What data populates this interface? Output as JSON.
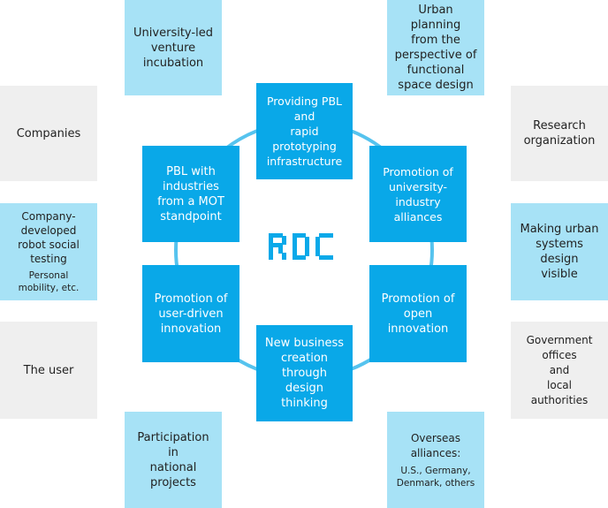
{
  "colors": {
    "outer_gray": "#efefef",
    "outer_light_blue": "#a7e2f6",
    "inner_blue": "#09a8e8",
    "ring": "#56c3ee",
    "logo": "#0aa9e9"
  },
  "center_logo": "RDC",
  "inner": {
    "top": "Providing PBL\nand\nrapid prototyping\ninfrastructure",
    "upper_right": "Promotion of\nuniversity-industry\nalliances",
    "lower_right": "Promotion of\nopen innovation",
    "bottom": "New business\ncreation through\ndesign thinking",
    "lower_left": "Promotion of\nuser-driven\ninnovation",
    "upper_left": "PBL with\nindustries\nfrom a MOT\nstandpoint"
  },
  "outer": {
    "top_left": "University-led\nventure\nincubation",
    "top_right": "Urban planning\nfrom the\nperspective of\nfunctional\nspace design",
    "left_1": "Companies",
    "left_2_title": "Company-developed\nrobot social testing",
    "left_2_sub": "Personal\nmobility, etc.",
    "left_3": "The user",
    "bottom_left": "Participation in\nnational projects",
    "right_1": "Research\norganization",
    "right_2": "Making urban\nsystems design\nvisible",
    "right_3": "Government offices\nand\nlocal authorities",
    "bottom_right_title": "Overseas alliances:",
    "bottom_right_sub": "U.S., Germany,\nDenmark, others"
  }
}
